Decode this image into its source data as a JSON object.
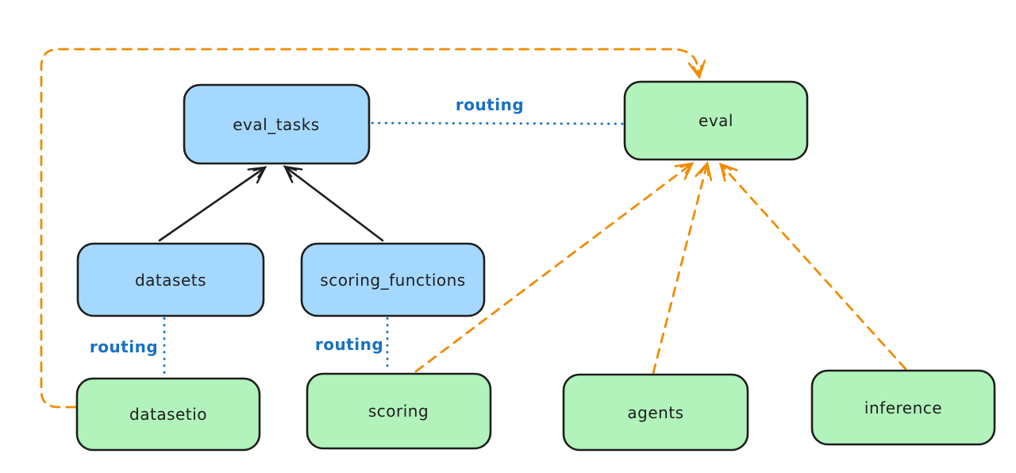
{
  "diagram": {
    "background_color": "#ffffff",
    "colors": {
      "node_border": "#1e1e1e",
      "blue_node_fill": "#a5d8ff",
      "green_node_fill": "#b2f2bb",
      "routing_blue": "#1971c2",
      "dashed_arrow_orange": "#f08c00",
      "solid_arrow_black": "#1e1e1e",
      "node_label_text": "#1e1e1e"
    },
    "nodes": [
      {
        "id": "eval_tasks",
        "label": "eval_tasks",
        "fill": "blue"
      },
      {
        "id": "eval",
        "label": "eval",
        "fill": "green"
      },
      {
        "id": "datasets",
        "label": "datasets",
        "fill": "blue"
      },
      {
        "id": "scoring_functions",
        "label": "scoring_functions",
        "fill": "blue"
      },
      {
        "id": "datasetio",
        "label": "datasetio",
        "fill": "green"
      },
      {
        "id": "scoring",
        "label": "scoring",
        "fill": "green"
      },
      {
        "id": "agents",
        "label": "agents",
        "fill": "green"
      },
      {
        "id": "inference",
        "label": "inference",
        "fill": "green"
      }
    ],
    "edges": [
      {
        "from": "datasets",
        "to": "eval_tasks",
        "style": "solid",
        "color": "black",
        "arrow": true
      },
      {
        "from": "scoring_functions",
        "to": "eval_tasks",
        "style": "solid",
        "color": "black",
        "arrow": true
      },
      {
        "from": "eval_tasks",
        "to": "eval",
        "style": "dotted",
        "color": "blue",
        "arrow": false,
        "label": "routing"
      },
      {
        "from": "datasets",
        "to": "datasetio",
        "style": "dotted",
        "color": "blue",
        "arrow": false,
        "label": "routing"
      },
      {
        "from": "scoring_functions",
        "to": "scoring",
        "style": "dotted",
        "color": "blue",
        "arrow": false,
        "label": "routing"
      },
      {
        "from": "datasetio",
        "to": "eval",
        "style": "dashed",
        "color": "orange",
        "arrow": true
      },
      {
        "from": "scoring",
        "to": "eval",
        "style": "dashed",
        "color": "orange",
        "arrow": true
      },
      {
        "from": "agents",
        "to": "eval",
        "style": "dashed",
        "color": "orange",
        "arrow": true
      },
      {
        "from": "inference",
        "to": "eval",
        "style": "dashed",
        "color": "orange",
        "arrow": true
      }
    ]
  }
}
